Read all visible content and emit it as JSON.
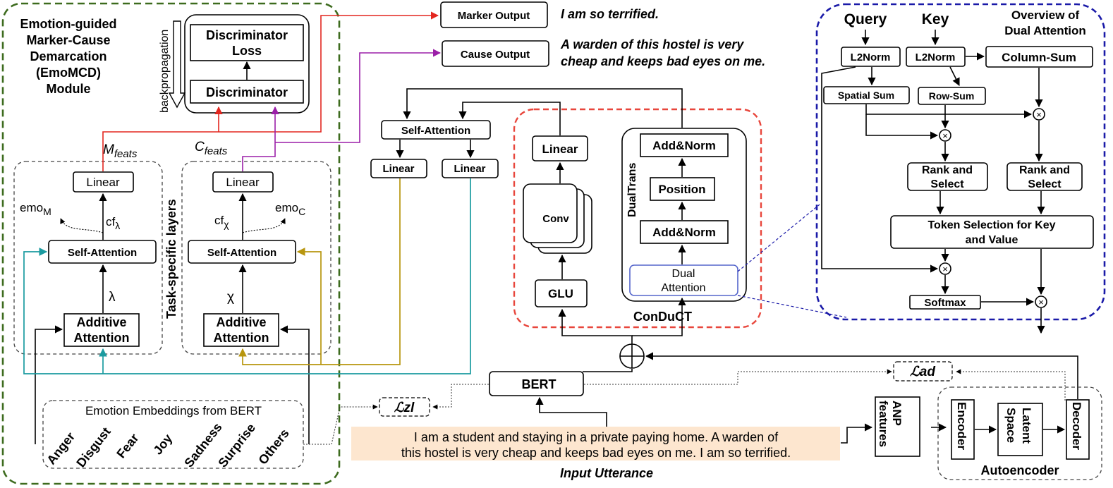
{
  "colors": {
    "green_module": "#3d6b1e",
    "red": "#e3261f",
    "purple": "#9b1fa8",
    "teal": "#1b9ba0",
    "gold": "#b8960f",
    "blue_overview": "#1a1aa8",
    "conduct_red": "#e8463c",
    "utterance_bg": "#fde6cf"
  },
  "emomcd": {
    "title_lines": [
      "Emotion-guided",
      "Marker-Cause",
      "Demarcation",
      "(EmoMCD)",
      "Module"
    ],
    "discriminator_loss_lines": [
      "Discriminator",
      "Loss"
    ],
    "discriminator": "Discriminator",
    "backpropagation": "backpropagation",
    "m_feats_base": "M",
    "m_feats_sub": "feats",
    "c_feats_base": "C",
    "c_feats_sub": "feats",
    "task_specific": "Task-specific layers",
    "marker_branch": {
      "linear": "Linear",
      "emo_base": "emo",
      "emo_sub": "M",
      "cf_base": "cf",
      "cf_sub": "λ",
      "self_attention": "Self-Attention",
      "symbol": "λ",
      "additive_lines": [
        "Additive",
        "Attention"
      ]
    },
    "cause_branch": {
      "linear": "Linear",
      "emo_base": "emo",
      "emo_sub": "C",
      "cf_base": "cf",
      "cf_sub": "χ",
      "self_attention": "Self-Attention",
      "symbol": "χ",
      "additive_lines": [
        "Additive",
        "Attention"
      ]
    },
    "emotion_embeddings_title": "Emotion Embeddings from BERT",
    "emotions": [
      "Anger",
      "Disgust",
      "Fear",
      "Joy",
      "Sadness",
      "Surprise",
      "Others"
    ]
  },
  "outputs": {
    "marker_label": "Marker Output",
    "marker_text": "I am so terrified.",
    "cause_label": "Cause Output",
    "cause_text_lines": [
      "A warden of this hostel is very",
      "cheap and keeps bad eyes on me."
    ]
  },
  "middle": {
    "self_attention": "Self-Attention",
    "linear_left": "Linear",
    "linear_right": "Linear"
  },
  "conduct": {
    "title": "ConDuCT",
    "linear": "Linear",
    "conv": "Conv",
    "glu": "GLU",
    "dualtrans": "DualTrans",
    "add_norm_top": "Add&Norm",
    "position": "Position",
    "add_norm_bottom": "Add&Norm",
    "dual_attention_lines": [
      "Dual",
      "Attention"
    ]
  },
  "overview": {
    "title_lines": [
      "Overview of",
      "Dual Attention"
    ],
    "query": "Query",
    "key": "Key",
    "l2norm_query": "L2Norm",
    "l2norm_key": "L2Norm",
    "column_sum": "Column-Sum",
    "spatial_sum": "Spatial Sum",
    "row_sum": "Row-Sum",
    "rank_select_left_lines": [
      "Rank and",
      "Select"
    ],
    "rank_select_right_lines": [
      "Rank and",
      "Select"
    ],
    "token_selection_lines": [
      "Token Selection for Key",
      "and Value"
    ],
    "softmax": "Softmax",
    "mult_symbol": "×"
  },
  "bottom": {
    "bert": "BERT",
    "loss_zl_base": "ℒzl",
    "loss_ad_base": "ℒad",
    "utterance_lines": [
      "I am a student and staying in a private paying home. A warden of",
      "this hostel is very cheap and keeps bad eyes on me. I am so terrified."
    ],
    "input_utterance": "Input Utterance",
    "anp_lines": [
      "ANP",
      "features"
    ],
    "encoder": "Encoder",
    "latent_lines": [
      "Latent",
      "Space"
    ],
    "decoder": "Decoder",
    "autoencoder": "Autoencoder"
  }
}
